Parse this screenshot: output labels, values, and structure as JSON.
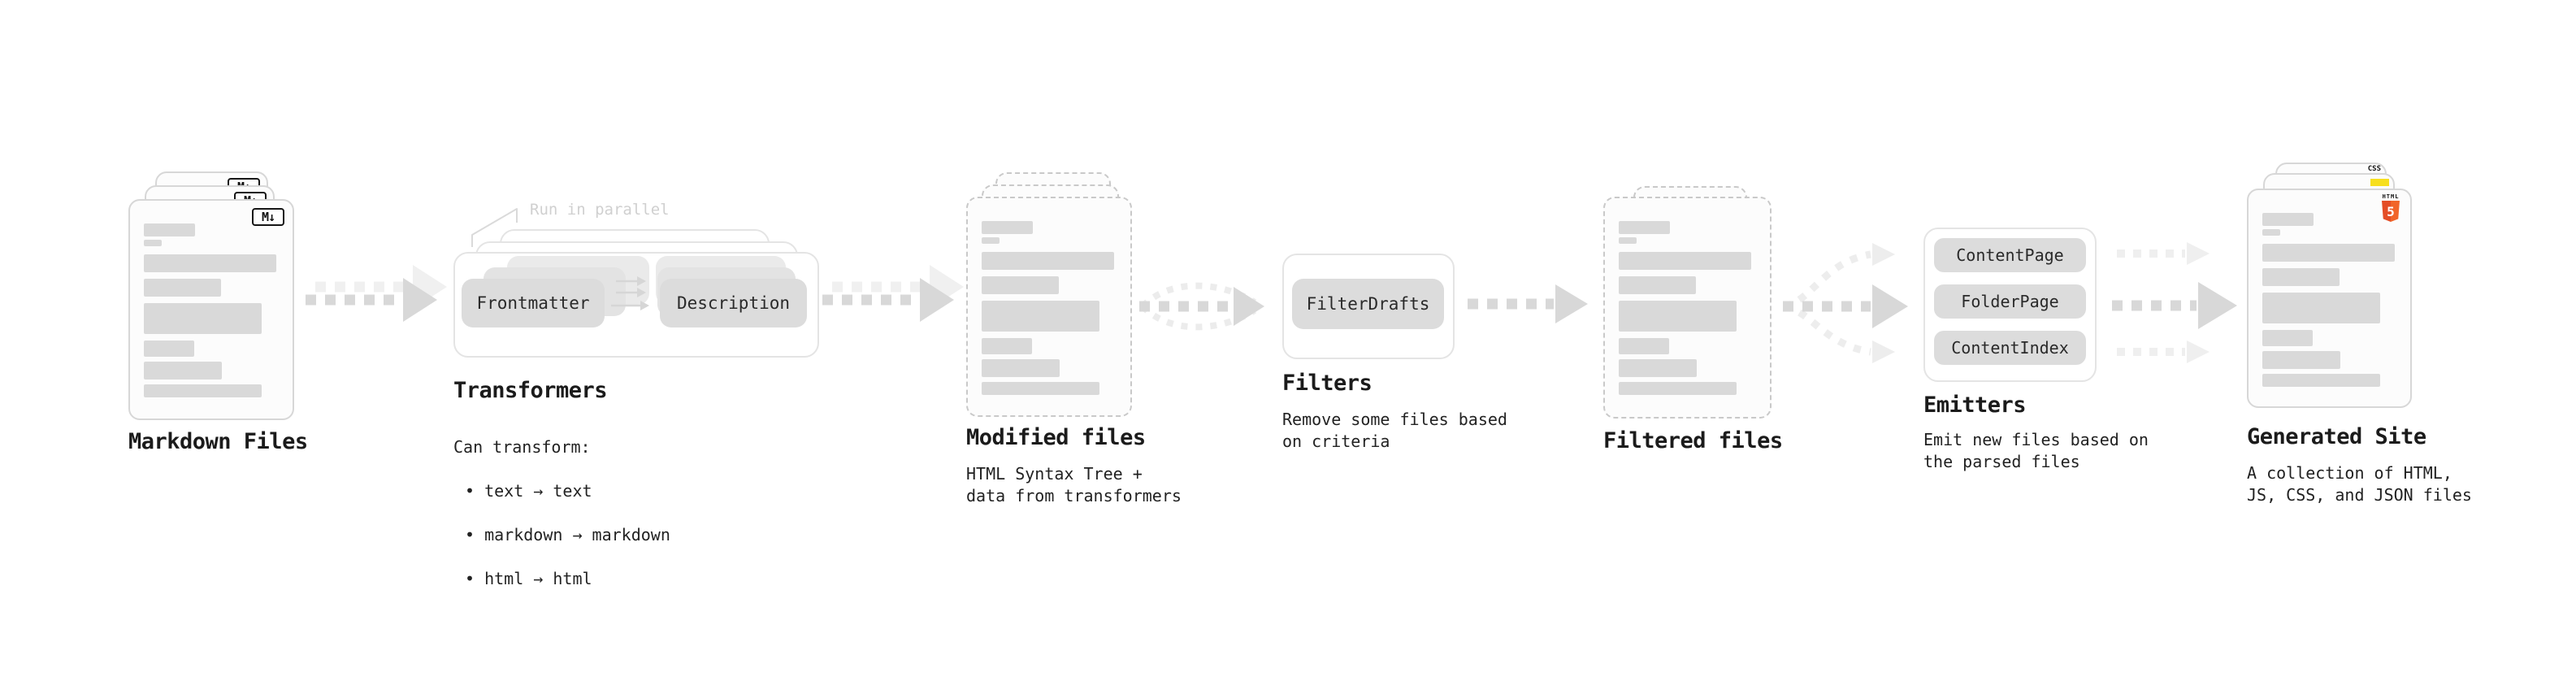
{
  "stages": {
    "markdown_files": {
      "label": "Markdown Files",
      "badge": "M↓"
    },
    "transformers": {
      "label": "Transformers",
      "annotation": "Run in parallel",
      "pill_left": "Frontmatter",
      "pill_right": "Description",
      "desc_title": "Can transform:",
      "bullets": [
        "• text → text",
        "• markdown → markdown",
        "• html → html"
      ]
    },
    "modified_files": {
      "label": "Modified files",
      "desc": "HTML Syntax Tree +\ndata from transformers"
    },
    "filters": {
      "label": "Filters",
      "pill": "FilterDrafts",
      "desc": "Remove some files based\non criteria"
    },
    "filtered_files": {
      "label": "Filtered files"
    },
    "emitters": {
      "label": "Emitters",
      "pills": [
        "ContentPage",
        "FolderPage",
        "ContentIndex"
      ],
      "desc": "Emit new files based on\nthe parsed files"
    },
    "generated_site": {
      "label": "Generated Site",
      "desc": "A collection of HTML,\nJS, CSS, and JSON files",
      "badges": {
        "html5_caption": "HTML",
        "html5_number": "5",
        "css": "CSS"
      }
    }
  },
  "colors": {
    "bar": "#d9d9d9",
    "pill": "#dcdcdc",
    "arrow": "#d8d8d8",
    "arrow_faint": "#efefef",
    "frame_border": "#e4e4e4",
    "card_border": "#d7d7d7",
    "dashed_border": "#c9c9c9",
    "label_text": "#1b1b1b",
    "annotation_text": "#d0d0d0",
    "html5_orange": "#e44d26",
    "js_yellow": "#f7df1e",
    "css_blue": "#2c63e8"
  }
}
